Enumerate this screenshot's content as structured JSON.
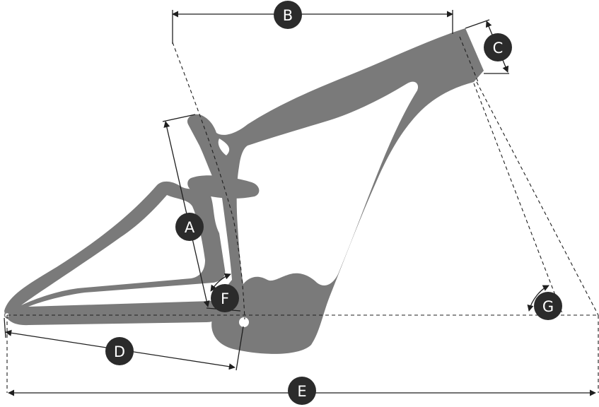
{
  "diagram": {
    "colors": {
      "frame": "#7a7a7a",
      "badge": "#2b2b2b",
      "ink": "#1f1f1f",
      "background": "#ffffff"
    },
    "labels": {
      "a": "A",
      "b": "B",
      "c": "C",
      "d": "D",
      "e": "E",
      "f": "F",
      "g": "G"
    }
  }
}
